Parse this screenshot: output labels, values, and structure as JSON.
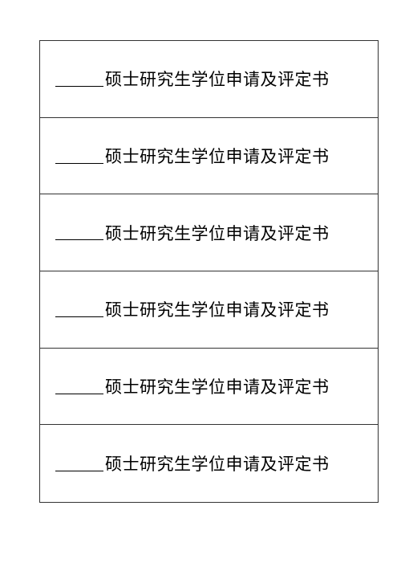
{
  "labels": {
    "rows": [
      {
        "text": "硕士研究生学位申请及评定书"
      },
      {
        "text": "硕士研究生学位申请及评定书"
      },
      {
        "text": "硕士研究生学位申请及评定书"
      },
      {
        "text": "硕士研究生学位申请及评定书"
      },
      {
        "text": "硕士研究生学位申请及评定书"
      },
      {
        "text": "硕士研究生学位申请及评定书"
      }
    ]
  }
}
